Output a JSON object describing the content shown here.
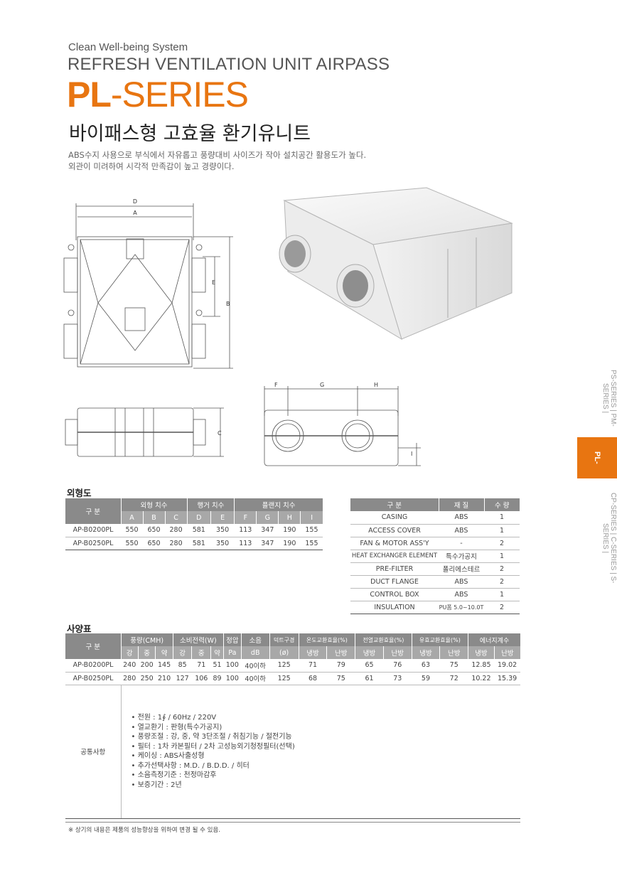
{
  "header": {
    "subtitle1": "Clean Well-being System",
    "subtitle2": "REFRESH VENTILATION UNIT AIRPASS",
    "series_bold": "PL",
    "series_rest": "-SERIES",
    "korean_title": "바이패스형 고효율 환기유니트",
    "desc_line1": "ABS수지 사용으로 부식에서 자유롭고 풍량대비 사이즈가 작아 설치공간 활용도가 높다.",
    "desc_line2": "외관이 미려하여 시각적 만족감이 높고 경량이다."
  },
  "drawing_labels": {
    "D": "D",
    "A": "A",
    "E": "E",
    "B": "B",
    "C": "C",
    "F": "F",
    "G": "G",
    "H": "H",
    "I": "I"
  },
  "dimensions": {
    "section_title": "외형도",
    "col_group": "구  분",
    "group_outer": "외형 치수",
    "group_hanger": "행거 치수",
    "group_flange": "플랜지 치수",
    "cols": [
      "A",
      "B",
      "C",
      "D",
      "E",
      "F",
      "G",
      "H",
      "I"
    ],
    "rows": [
      {
        "model": "AP-B0200PL",
        "values": [
          "550",
          "650",
          "280",
          "581",
          "350",
          "113",
          "347",
          "190",
          "155"
        ]
      },
      {
        "model": "AP-B0250PL",
        "values": [
          "550",
          "650",
          "280",
          "581",
          "350",
          "113",
          "347",
          "190",
          "155"
        ]
      }
    ]
  },
  "parts": {
    "headers": [
      "구  분",
      "재 질",
      "수 량"
    ],
    "rows": [
      {
        "name": "CASING",
        "material": "ABS",
        "qty": "1"
      },
      {
        "name": "ACCESS COVER",
        "material": "ABS",
        "qty": "1"
      },
      {
        "name": "FAN & MOTOR ASS'Y",
        "material": "-",
        "qty": "2"
      },
      {
        "name": "HEAT EXCHANGER ELEMENT",
        "material": "특수가공지",
        "qty": "1"
      },
      {
        "name": "PRE-FILTER",
        "material": "폴리에스테르",
        "qty": "2"
      },
      {
        "name": "DUCT FLANGE",
        "material": "ABS",
        "qty": "2"
      },
      {
        "name": "CONTROL BOX",
        "material": "ABS",
        "qty": "1"
      },
      {
        "name": "INSULATION",
        "material": "PU폼 5.0~10.0T",
        "qty": "2"
      }
    ]
  },
  "spec": {
    "section_title": "사양표",
    "col_group": "구  분",
    "groups": [
      "풍량(CMH)",
      "소비전력(W)",
      "정압",
      "소음",
      "덕트구경",
      "온도교환효율(%)",
      "전열교환효율(%)",
      "유효교환효율(%)",
      "에너지계수"
    ],
    "subheaders": [
      "강",
      "중",
      "약",
      "강",
      "중",
      "약",
      "Pa",
      "dB",
      "(ø)",
      "냉방",
      "난방",
      "냉방",
      "난방",
      "냉방",
      "난방",
      "냉방",
      "난방"
    ],
    "rows": [
      {
        "model": "AP-B0200PL",
        "values": [
          "240",
          "200",
          "145",
          "85",
          "71",
          "51",
          "100",
          "40이하",
          "125",
          "71",
          "79",
          "65",
          "76",
          "63",
          "75",
          "12.85",
          "19.02"
        ]
      },
      {
        "model": "AP-B0250PL",
        "values": [
          "280",
          "250",
          "210",
          "127",
          "106",
          "89",
          "100",
          "40이하",
          "125",
          "68",
          "75",
          "61",
          "73",
          "59",
          "72",
          "10.22",
          "15.39"
        ]
      }
    ],
    "common_label": "공통사항",
    "common_items": [
      "• 전원 : 1∮ / 60Hz / 220V",
      "• 열교환기 : 판형(특수가공지)",
      "• 풍량조절 : 강, 중, 약 3단조절 / 취침기능 / 절전기능",
      "• 필터 : 1차 카본필터 / 2차 고성능외기청정필터(선택)",
      "• 케이싱 : ABS사출성형",
      "• 추가선택사항 : M.D. / B.D.D. / 히터",
      "• 소음측정기준 : 천정마감후",
      "• 보증기간 : 2년"
    ]
  },
  "side_tabs": {
    "before": "PS-SERIES | PM-SERIES |",
    "active": "PL-SERIES",
    "after": "CP-SERIES | C-SERIES | S-SERIES |"
  },
  "footnote": "※ 상기의 내용은 제품의 성능향상을 위하여 변경 될 수 있음."
}
